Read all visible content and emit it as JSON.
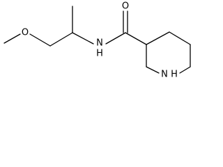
{
  "molecule": {
    "atoms": [
      {
        "id": "oxygen-ether",
        "label": "O"
      },
      {
        "id": "nitrogen-amide",
        "label": "N",
        "sub": "H"
      },
      {
        "id": "oxygen-carbonyl",
        "label": "O"
      },
      {
        "id": "nitrogen-ring",
        "label": "N",
        "sub": "H"
      }
    ]
  }
}
